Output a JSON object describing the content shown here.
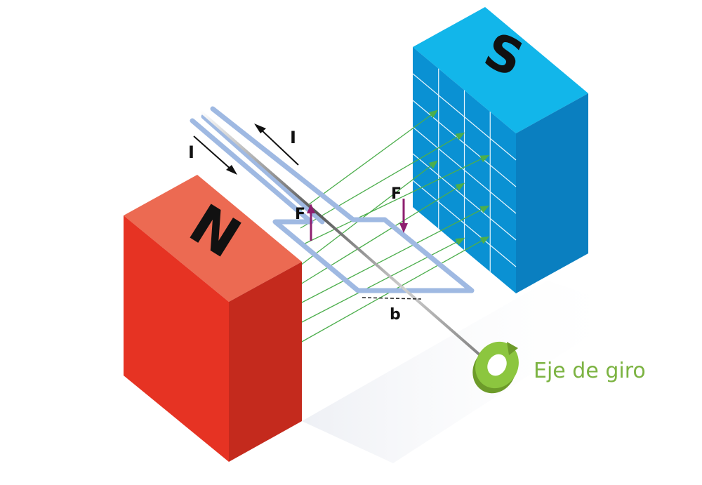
{
  "magnets": {
    "north": {
      "label": "N",
      "colors": {
        "front": "#e63323",
        "side": "#c42a1d",
        "top": "#ec6a52"
      }
    },
    "south": {
      "label": "S",
      "colors": {
        "front": "#0a91d3",
        "side": "#0a7fc0",
        "top": "#12b6ea",
        "grid": "#e8f6fd"
      }
    }
  },
  "labels": {
    "current_in": "I",
    "current_out": "I",
    "force_left": "F",
    "force_right": "F",
    "width": "b",
    "axis": "Eje de giro"
  },
  "colors": {
    "field_lines": "#4cae4c",
    "force_arrow": "#8e1f6f",
    "coil": "#9fb9e2",
    "axis_label": "#7cb342",
    "axis_icon": "#8cc63f"
  },
  "icons": {
    "axis": "rotation-icon"
  }
}
